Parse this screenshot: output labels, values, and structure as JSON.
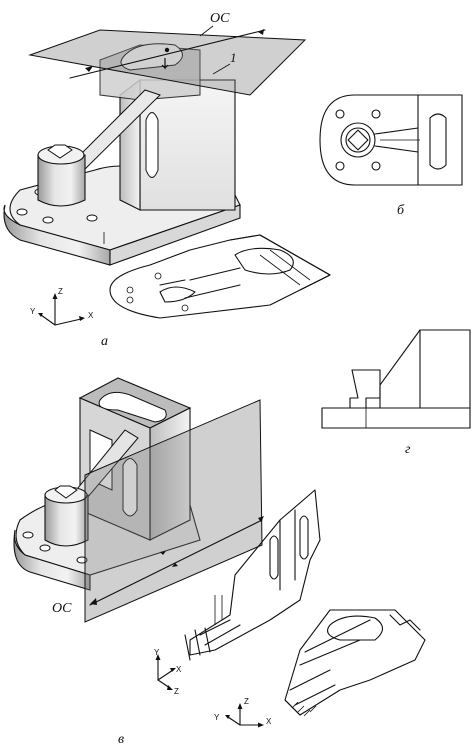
{
  "labels": {
    "section_plane_top": "ОС",
    "section_plane_bottom": "ОС",
    "marker_one": "1",
    "view_a": "а",
    "view_b": "б",
    "view_v": "в",
    "view_g": "г"
  },
  "axes": {
    "x": "X",
    "y": "Y",
    "z": "Z"
  },
  "icons": [
    "axis-triad-icon",
    "arrow-icon"
  ]
}
